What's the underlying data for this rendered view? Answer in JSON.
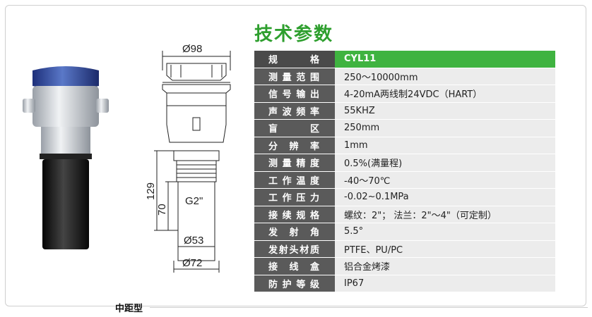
{
  "title": "技术参数",
  "drawing": {
    "d98": "Ø98",
    "g2": "G2\"",
    "d53": "Ø53",
    "d72": "Ø72",
    "h129": "129",
    "h70": "70"
  },
  "specs": [
    {
      "label": "规格",
      "value": "CYL11"
    },
    {
      "label": "测量范围",
      "value": "250～10000mm"
    },
    {
      "label": "信号输出",
      "value": "4-20mA两线制24VDC（HART）"
    },
    {
      "label": "声波频率",
      "value": "55KHZ"
    },
    {
      "label": "盲区",
      "value": "250mm"
    },
    {
      "label": "分辨率",
      "value": "1mm"
    },
    {
      "label": "测量精度",
      "value": "0.5%(满量程)"
    },
    {
      "label": "工作温度",
      "value": "-40～70℃"
    },
    {
      "label": "工作压力",
      "value": "-0.02~0.1MPa"
    },
    {
      "label": "接续规格",
      "value": "螺纹：2\"；  法兰：2\"～4\"（可定制）"
    },
    {
      "label": "发射角",
      "value": "5.5°"
    },
    {
      "label": "发射头材质",
      "value": "PTFE、PU/PC"
    },
    {
      "label": "接线盒",
      "value": "铝合金烤漆"
    },
    {
      "label": "防护等级",
      "value": "IP67"
    }
  ],
  "caption": "中距型"
}
